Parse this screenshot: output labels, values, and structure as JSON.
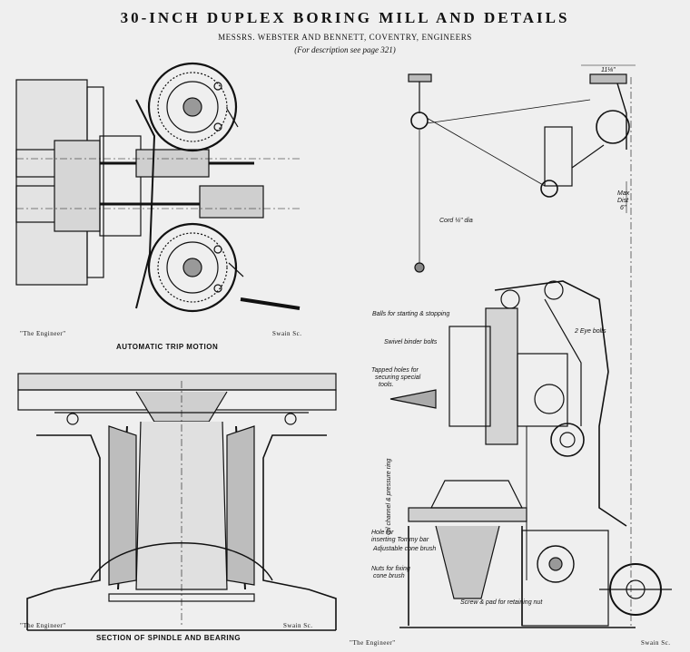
{
  "header": {
    "title": "30-INCH DUPLEX BORING MILL AND DETAILS",
    "subtitle": "MESSRS. WEBSTER AND BENNETT, COVENTRY, ENGINEERS",
    "note": "(For description see page 321)"
  },
  "panels": {
    "trip": {
      "caption": "AUTOMATIC TRIP MOTION",
      "credit_left": "\"The Engineer\"",
      "credit_right": "Swain Sc."
    },
    "spindle": {
      "caption": "SECTION OF SPINDLE AND BEARING",
      "credit_left": "\"The Engineer\"",
      "credit_right": "Swain Sc."
    },
    "mill": {
      "credit_left": "\"The Engineer\"",
      "credit_right": "Swain Sc.",
      "annotations": {
        "cord": "Cord ¼\" dia",
        "balls": "Balls for starting & stopping",
        "swivel": "Swivel binder bolts",
        "eye_bolts": "2 Eye bolts",
        "tapped_1": "Tapped holes for",
        "tapped_2": "securing special",
        "tapped_3": "tools.",
        "oil": "Oil channel & pressure ring",
        "hole_1": "Hole for",
        "hole_2": "inserting Tommy bar",
        "adjustable": "Adjustable cone brush",
        "nuts_1": "Nuts for fixing",
        "nuts_2": "cone brush",
        "screw": "Screw & pad for retaining nut",
        "max_1": "Max",
        "max_2": "Dist",
        "max_3": "6\"",
        "dim_top": "11⅛\""
      }
    }
  }
}
